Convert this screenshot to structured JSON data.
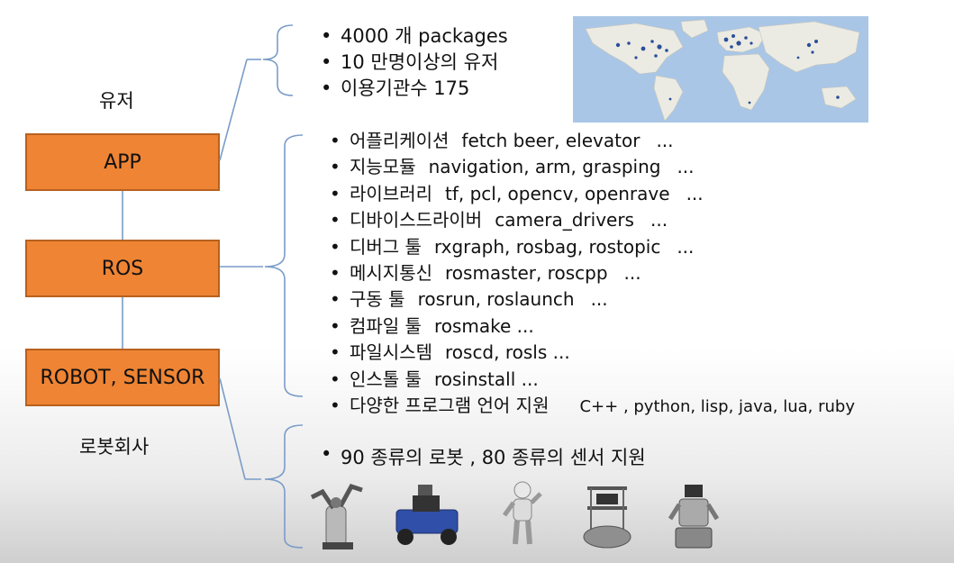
{
  "labels": {
    "user": "유저",
    "company": "로봇회사"
  },
  "layers": {
    "app": "APP",
    "ros": "ROS",
    "robot_sensor": "ROBOT, SENSOR"
  },
  "top_items": [
    "4000 개  packages",
    "10 만명이상의 유저",
    "이용기관수  175"
  ],
  "ros_items": [
    {
      "name": "어플리케이션",
      "examples": "fetch beer, elevator",
      "more": "..."
    },
    {
      "name": "지능모듈",
      "examples": "navigation, arm, grasping",
      "more": "..."
    },
    {
      "name": "라이브러리",
      "examples": "tf, pcl, opencv, openrave",
      "more": "..."
    },
    {
      "name": "디바이스드라이버",
      "examples": "camera_drivers",
      "more": "..."
    },
    {
      "name": "디버그 툴",
      "examples": "rxgraph, rosbag, rostopic",
      "more": "..."
    },
    {
      "name": "메시지통신",
      "examples": "rosmaster, roscpp",
      "more": "..."
    },
    {
      "name": "구동 툴",
      "examples": "rosrun, roslaunch",
      "more": "..."
    },
    {
      "name": "컴파일 툴",
      "examples": "rosmake ...",
      "more": ""
    },
    {
      "name": "파일시스템",
      "examples": "roscd, rosls ...",
      "more": ""
    },
    {
      "name": "인스톨 툴",
      "examples": "rosinstall ...",
      "more": ""
    },
    {
      "name": "다양한 프로그램 언어 지원",
      "examples": "C++ ,   python, lisp, java, lua, ruby",
      "more": ""
    }
  ],
  "bottom_item": "90 종류의 로봇 , 80 종류의 센서 지원",
  "colors": {
    "box_fill": "#ee8434",
    "box_border": "#b8611f",
    "connector": "#7a9cc8"
  }
}
